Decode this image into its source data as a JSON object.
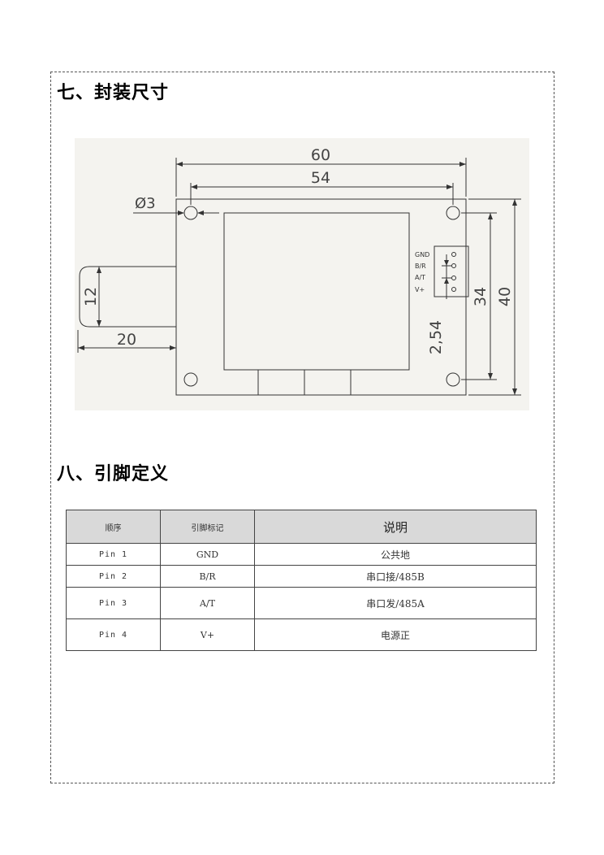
{
  "section7": {
    "title": "七、封装尺寸"
  },
  "drawing": {
    "dim_width_outer": "60",
    "dim_width_holes": "54",
    "dim_hole_dia": "Ø3",
    "dim_height_holes": "34",
    "dim_height_outer": "40",
    "dim_pitch": "2,54",
    "dim_tab_height": "12",
    "dim_tab_length": "20",
    "pin_labels": [
      "GND",
      "B/R",
      "A/T",
      "V+"
    ]
  },
  "section8": {
    "title": "八、引脚定义"
  },
  "table": {
    "headers": [
      "顺序",
      "引脚标记",
      "说明"
    ],
    "rows": [
      {
        "order": "Pin 1",
        "mark": "GND",
        "desc": "公共地"
      },
      {
        "order": "Pin 2",
        "mark": "B/R",
        "desc": "串口接/485B"
      },
      {
        "order": "Pin 3",
        "mark": "A/T",
        "desc": "串口发/485A"
      },
      {
        "order": "Pin 4",
        "mark": "V+",
        "desc": "电源正"
      }
    ]
  }
}
